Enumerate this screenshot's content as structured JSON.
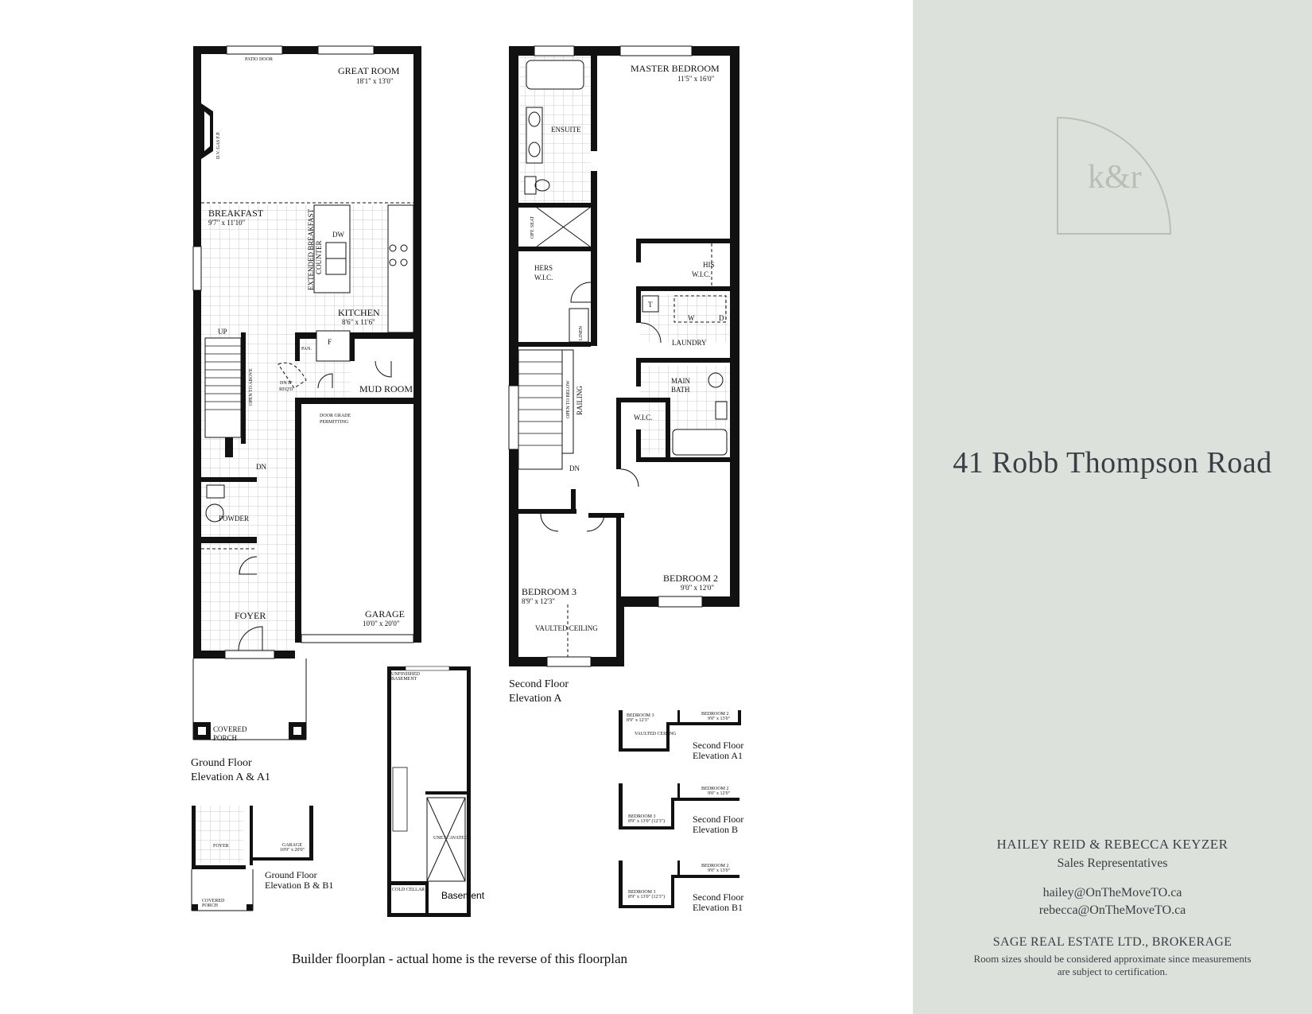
{
  "address": "41 Robb Thompson Road",
  "logo_text": "k&r",
  "agents": {
    "names": "HAILEY REID & REBECCA KEYZER",
    "title": "Sales Representatives",
    "email1": "hailey@OnTheMoveTO.ca",
    "email2": "rebecca@OnTheMoveTO.ca",
    "brokerage": "SAGE REAL ESTATE LTD., BROKERAGE",
    "disclaimer1": "Room sizes should be considered approximate since measurements",
    "disclaimer2": "are subject to certification."
  },
  "footer_note": "Builder floorplan - actual home is the reverse of this floorplan",
  "ground": {
    "caption1": "Ground Floor",
    "caption2": "Elevation A & A1",
    "patio_door": "PATIO DOOR",
    "great_room": "GREAT ROOM",
    "great_room_size": "18'1\" x 13'0\"",
    "fireplace": "D.V. GAS F.P.",
    "breakfast": "BREAKFAST",
    "breakfast_size": "9'7\" x 11'10\"",
    "counter": "EXTENDED BREAKFAST",
    "counter2": "COUNTER",
    "dw": "DW",
    "kitchen": "KITCHEN",
    "kitchen_size": "8'6\" x 11'6\"",
    "pan": "PAN.",
    "fridge": "F",
    "up": "UP",
    "open_above": "OPEN TO ABOVE",
    "dn_if": "DN IF",
    "reqd": "REQ'D",
    "mud_room": "MUD ROOM",
    "door_grade": "DOOR GRADE",
    "permitting": "PERMITTING",
    "dn": "DN",
    "powder": "POWDER",
    "foyer": "FOYER",
    "garage": "GARAGE",
    "garage_size": "10'0\" x 20'0\"",
    "porch1": "COVERED",
    "porch2": "PORCH"
  },
  "second": {
    "caption1": "Second Floor",
    "caption2": "Elevation A",
    "master": "MASTER BEDROOM",
    "master_size": "11'5\" x 16'0\"",
    "ensuite": "ENSUITE",
    "opt_seat": "OPT. SEAT",
    "hers1": "HERS",
    "hers2": "W.I.C.",
    "his1": "HIS",
    "his2": "W.I.C.",
    "linen": "LINEN",
    "t": "T",
    "w": "W",
    "d": "D",
    "laundry": "LAUNDRY",
    "open_below": "OPEN TO BELOW",
    "railing": "RAILING",
    "main_bath1": "MAIN",
    "main_bath2": "BATH",
    "wic": "W.I.C.",
    "dn": "DN",
    "bedroom2": "BEDROOM 2",
    "bedroom2_size": "9'0\" x 12'0\"",
    "bedroom3": "BEDROOM 3",
    "bedroom3_size": "8'9\" x 12'3\"",
    "vaulted": "VAULTED CEILING"
  },
  "basement": {
    "caption": "Basement",
    "unfinished": "UNFINISHED",
    "basement": "BASEMENT",
    "unexcavated": "UNEXCAVATED",
    "cold": "COLD CELLAR"
  },
  "alt_ground": {
    "caption1": "Ground Floor",
    "caption2": "Elevation B & B1",
    "foyer": "FOYER",
    "garage": "GARAGE",
    "garage_size": "10'0\" x 20'0\"",
    "porch1": "COVERED",
    "porch2": "PORCH"
  },
  "alt_a1": {
    "caption1": "Second Floor",
    "caption2": "Elevation A1",
    "bed3": "BEDROOM 3",
    "bed3_size": "8'9\" x 12'3\"",
    "bed2": "BEDROOM 2",
    "bed2_size": "9'0\" x 13'0\"",
    "vault": "VAULTED CEILING"
  },
  "alt_b": {
    "caption1": "Second Floor",
    "caption2": "Elevation B",
    "bed3": "BEDROOM 3",
    "bed3_size": "8'9\" x 13'0\" (12'3\")",
    "bed2": "BEDROOM 2",
    "bed2_size": "9'0\" x 12'0\""
  },
  "alt_b1": {
    "caption1": "Second Floor",
    "caption2": "Elevation B1",
    "bed3": "BEDROOM 3",
    "bed3_size": "8'9\" x 13'0\" (12'3\")",
    "bed2": "BEDROOM 2",
    "bed2_size": "9'0\" x 13'0\""
  }
}
